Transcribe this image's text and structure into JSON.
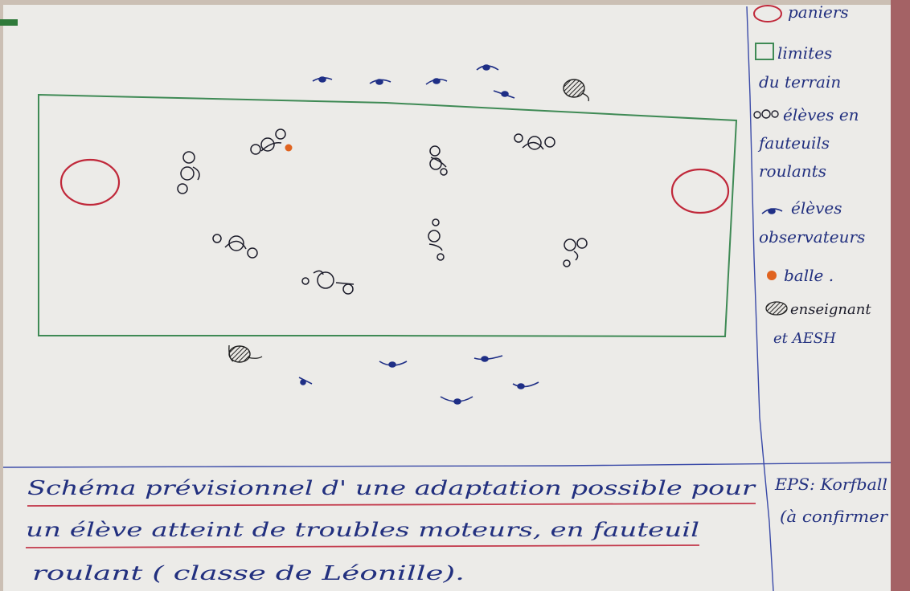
{
  "colors": {
    "paper": "#ecebe8",
    "ink_blue": "#22307f",
    "ink_black": "#1c1c2a",
    "basket_red": "#c0283a",
    "field_green": "#3f8a55",
    "ball_orange": "#e0631f",
    "underline_red": "#c33a4c"
  },
  "legend": {
    "items": [
      {
        "icon": "red-circle-icon",
        "label": "paniers"
      },
      {
        "icon": "green-square-icon",
        "label": "limites du terrain"
      },
      {
        "icon": "wheelchair-student-icon",
        "label": "élèves en fauteuils roulants"
      },
      {
        "icon": "observer-student-icon",
        "label": "élèves observateurs"
      },
      {
        "icon": "orange-dot-icon",
        "label": "balle ."
      },
      {
        "icon": "hatched-circle-icon",
        "label": "enseignant et AESH"
      }
    ],
    "lines": {
      "paniers": "paniers",
      "limites": "limites",
      "du_terrain": "du terrain",
      "eleves_en": "élèves en",
      "fauteuils": "fauteuils",
      "roulants": "roulants",
      "eleves": "élèves",
      "observateurs": "observateurs",
      "balle": "balle .",
      "enseignant": "enseignant",
      "et_aesh": "et AESH"
    }
  },
  "caption": {
    "line1": "Schéma prévisionnel d' une adaptation possible pour",
    "line2": "un élève atteint de troubles moteurs, en fauteuil",
    "line3": "roulant ( classe de Léonille)."
  },
  "subject": {
    "line1": "EPS: Korfball",
    "line2": "(à confirmer"
  }
}
